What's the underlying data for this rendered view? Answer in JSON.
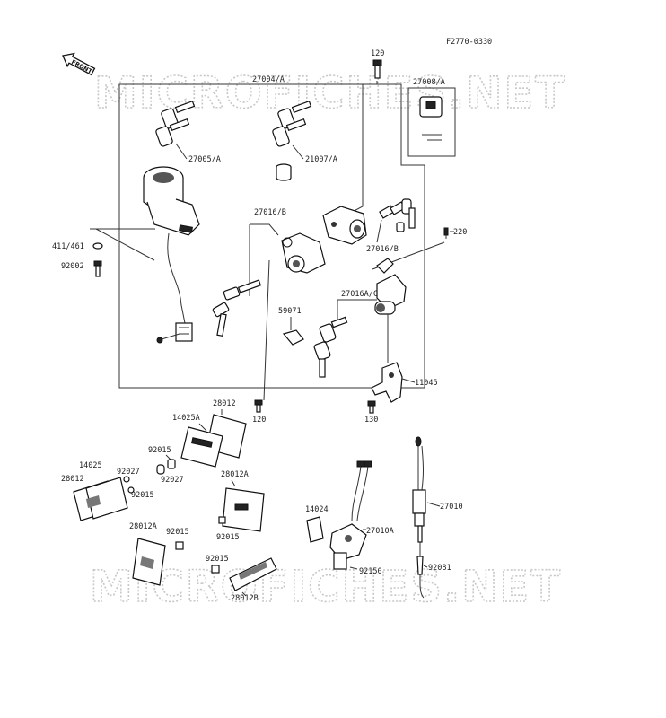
{
  "figure_code": "F2770-0330",
  "front_label": "FRONT",
  "watermark": "MICROFICHES.NET",
  "callouts": {
    "p120_top": "120",
    "p27004A": "27004/A",
    "p27008A": "27008/A",
    "p27005A": "27005/A",
    "p21007A": "21007/A",
    "p27016B_left": "27016/B",
    "p27016B_right": "27016/B",
    "p220": "220",
    "p411_461": "411/461",
    "p92002": "92002",
    "p59071": "59071",
    "p27016AC": "27016A/C",
    "p11045": "11045",
    "p130": "130",
    "p120_mid": "120",
    "p28012_top": "28012",
    "p14025A": "14025A",
    "p92015_a": "92015",
    "p92027_a": "92027",
    "p14025": "14025",
    "p28012_left": "28012",
    "p92027_b": "92027",
    "p92015_b": "92015",
    "p28012A_mid": "28012A",
    "p92015_c": "92015",
    "p28012A_low": "28012A",
    "p92015_d": "92015",
    "p92015_e": "92015",
    "p28012B": "28012B",
    "p14024": "14024",
    "p27010A": "27010A",
    "p92150": "92150",
    "p27010": "27010",
    "p92081": "92081"
  }
}
